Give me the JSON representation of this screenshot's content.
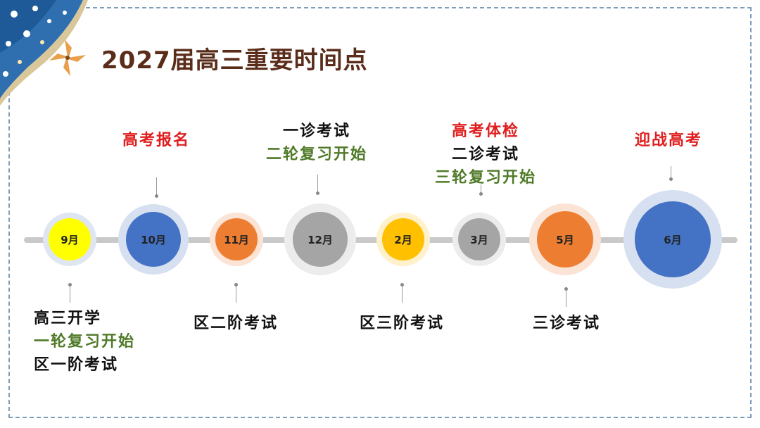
{
  "slide": {
    "title": "2027届高三重要时间点"
  },
  "colors": {
    "label_red": "#e01e1e",
    "label_black": "#111111",
    "label_green": "#4f7a28",
    "title": "#5a2d1a",
    "axis": "#c9c9c9"
  },
  "months": [
    {
      "label": "9月",
      "color": "#ffff00",
      "halo": "#dfe6f1"
    },
    {
      "label": "10月",
      "color": "#4472c4",
      "halo": "#d6e0f0"
    },
    {
      "label": "11月",
      "color": "#ed7d31",
      "halo": "#fbe3d5"
    },
    {
      "label": "12月",
      "color": "#a5a5a5",
      "halo": "#ececec"
    },
    {
      "label": "2月",
      "color": "#ffc000",
      "halo": "#fff1cc"
    },
    {
      "label": "3月",
      "color": "#a5a5a5",
      "halo": "#ececec"
    },
    {
      "label": "5月",
      "color": "#ed7d31",
      "halo": "#fbe3d5"
    },
    {
      "label": "6月",
      "color": "#4472c4",
      "halo": "#d6e0f0"
    }
  ],
  "events": {
    "m9": [
      "高三开学",
      "一轮复习开始",
      "区一阶考试"
    ],
    "m10": [
      "高考报名"
    ],
    "m11": [
      "区二阶考试"
    ],
    "m12": [
      "一诊考试",
      "二轮复习开始"
    ],
    "m2": [
      "区三阶考试"
    ],
    "m3": [
      "高考体检",
      "二诊考试",
      "三轮复习开始"
    ],
    "m5": [
      "三诊考试"
    ],
    "m6": [
      "迎战高考"
    ]
  }
}
